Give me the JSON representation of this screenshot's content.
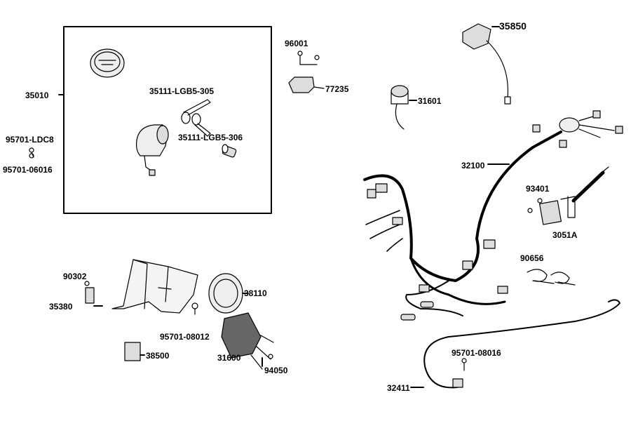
{
  "parts": {
    "p35010": "35010",
    "p35111_305": "35111-LGB5-305",
    "p35111_306": "35111-LGB5-306",
    "p95701_ldc8": "95701-LDC8",
    "p95701_06016": "95701-06016",
    "p96001": "96001",
    "p77235": "77235",
    "p35850": "35850",
    "p31601": "31601",
    "p32100": "32100",
    "p93401": "93401",
    "p3051a": "3051A",
    "p90656": "90656",
    "p90302": "90302",
    "p35380": "35380",
    "p38110": "38110",
    "p95701_08012": "95701-08012",
    "p31600": "31600",
    "p94050": "94050",
    "p38500": "38500",
    "p95701_08016": "95701-08016",
    "p32411": "32411"
  },
  "colors": {
    "line": "#000000",
    "part_fill": "#e8e8e8",
    "part_dark": "#555555"
  }
}
